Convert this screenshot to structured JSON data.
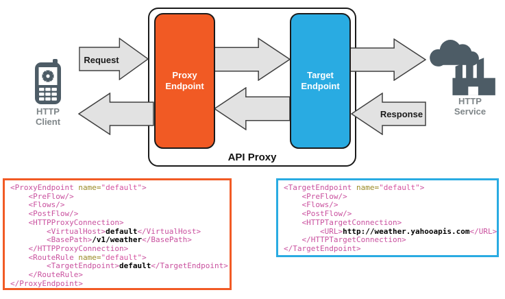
{
  "colors": {
    "proxy_endpoint_fill": "#F15A24",
    "target_endpoint_fill": "#29ABE2",
    "arrow_fill": "#E2E2E2",
    "arrow_stroke": "#404040",
    "icon_fill": "#4D5C66",
    "icon_label_text": "#7E8588",
    "code_tag": "#C9509E",
    "code_attr_name": "#9A8B27",
    "code_attr_value": "#D4519F",
    "code_text": "#000000",
    "proxy_code_border": "#F15A24",
    "target_code_border": "#29ABE2"
  },
  "diagram": {
    "client": {
      "icon": "mobile-phone-icon",
      "label_lines": [
        "HTTP",
        "Client"
      ]
    },
    "service": {
      "icon": "factory-icon",
      "label_lines": [
        "HTTP",
        "Service"
      ]
    },
    "api_proxy_label": "API Proxy",
    "proxy_endpoint_label": "Proxy Endpoint",
    "target_endpoint_label": "Target Endpoint",
    "request_label": "Request",
    "response_label": "Response"
  },
  "code_blocks": [
    {
      "name": "proxy-endpoint-config",
      "border_color": "#F15A24",
      "lines": [
        [
          {
            "t": "tag",
            "s": "<ProxyEndpoint"
          },
          {
            "t": "attr",
            "s": " name="
          },
          {
            "t": "val",
            "s": "\"default\""
          },
          {
            "t": "tag",
            "s": ">"
          }
        ],
        [
          {
            "t": "tag",
            "s": "    <PreFlow/>"
          }
        ],
        [
          {
            "t": "tag",
            "s": "    <Flows/>"
          }
        ],
        [
          {
            "t": "tag",
            "s": "    <PostFlow/>"
          }
        ],
        [
          {
            "t": "tag",
            "s": "    <HTTPProxyConnection>"
          }
        ],
        [
          {
            "t": "tag",
            "s": "        <VirtualHost>"
          },
          {
            "t": "txt",
            "s": "default"
          },
          {
            "t": "tag",
            "s": "</VirtualHost>"
          }
        ],
        [
          {
            "t": "tag",
            "s": "        <BasePath>"
          },
          {
            "t": "txt",
            "s": "/v1/weather"
          },
          {
            "t": "tag",
            "s": "</BasePath>"
          }
        ],
        [
          {
            "t": "tag",
            "s": "    </HTTPProxyConnection>"
          }
        ],
        [
          {
            "t": "tag",
            "s": "    <RouteRule"
          },
          {
            "t": "attr",
            "s": " name="
          },
          {
            "t": "val",
            "s": "\"default\""
          },
          {
            "t": "tag",
            "s": ">"
          }
        ],
        [
          {
            "t": "tag",
            "s": "        <TargetEndpoint>"
          },
          {
            "t": "txt",
            "s": "default"
          },
          {
            "t": "tag",
            "s": "</TargetEndpoint>"
          }
        ],
        [
          {
            "t": "tag",
            "s": "    </RouteRule>"
          }
        ],
        [
          {
            "t": "tag",
            "s": "</ProxyEndpoint>"
          }
        ]
      ]
    },
    {
      "name": "target-endpoint-config",
      "border_color": "#29ABE2",
      "lines": [
        [
          {
            "t": "tag",
            "s": "<TargetEndpoint"
          },
          {
            "t": "attr",
            "s": " name="
          },
          {
            "t": "val",
            "s": "\"default\""
          },
          {
            "t": "tag",
            "s": ">"
          }
        ],
        [
          {
            "t": "tag",
            "s": "    <PreFlow/>"
          }
        ],
        [
          {
            "t": "tag",
            "s": "    <Flows/>"
          }
        ],
        [
          {
            "t": "tag",
            "s": "    <PostFlow/>"
          }
        ],
        [
          {
            "t": "tag",
            "s": "    <HTTPTargetConnection>"
          }
        ],
        [
          {
            "t": "tag",
            "s": "        <URL>"
          },
          {
            "t": "txt",
            "s": "http://weather.yahooapis.com"
          },
          {
            "t": "tag",
            "s": "</URL>"
          }
        ],
        [
          {
            "t": "tag",
            "s": "    </HTTPTargetConnection>"
          }
        ],
        [
          {
            "t": "tag",
            "s": "</TargetEndpoint>"
          }
        ]
      ]
    }
  ]
}
